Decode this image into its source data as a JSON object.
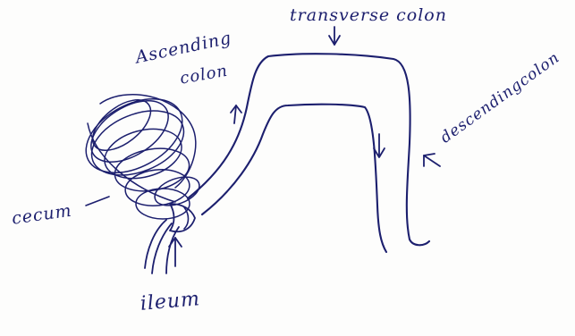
{
  "labels": {
    "transverse": "transverse colon",
    "ascending_line1": "Ascending",
    "ascending_line2": "colon",
    "descending": "descendingcolon",
    "cecum": "cecum",
    "ileum": "ileum"
  },
  "colors": {
    "ink": "#1c1f6e",
    "paper": "#fdfdfc"
  },
  "icons": {
    "arrow_1": "arrow-down",
    "arrow_2": "arrow-up",
    "arrow_3": "arrow-down",
    "arrow_4": "arrow-up-left",
    "arrow_5": "arrow-up"
  }
}
